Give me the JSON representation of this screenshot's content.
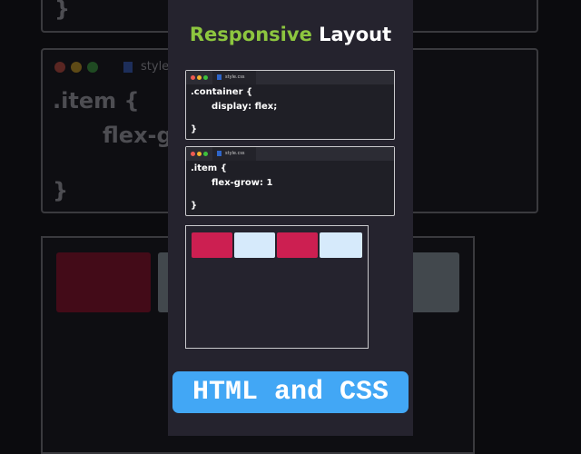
{
  "background": {
    "brace_top": "}",
    "tab_label": "style.",
    "line1": ".item {",
    "line2": "flex-g",
    "brace": "}"
  },
  "title": {
    "part1": "Responsive",
    "part2": "Layout",
    "accent": "#8dc63f"
  },
  "editors": [
    {
      "tab": "style.css",
      "lines": [
        ".container {",
        "display: flex;",
        "}"
      ]
    },
    {
      "tab": "style.css",
      "lines": [
        ".item {",
        "flex-grow: 1",
        "}"
      ]
    }
  ],
  "preview": {
    "items": [
      {
        "color": "#cc1f51"
      },
      {
        "color": "#d6eafb"
      },
      {
        "color": "#cc1f51"
      },
      {
        "color": "#d6eafb"
      }
    ]
  },
  "banner": {
    "label": "HTML and CSS",
    "color": "#42a7f5"
  }
}
